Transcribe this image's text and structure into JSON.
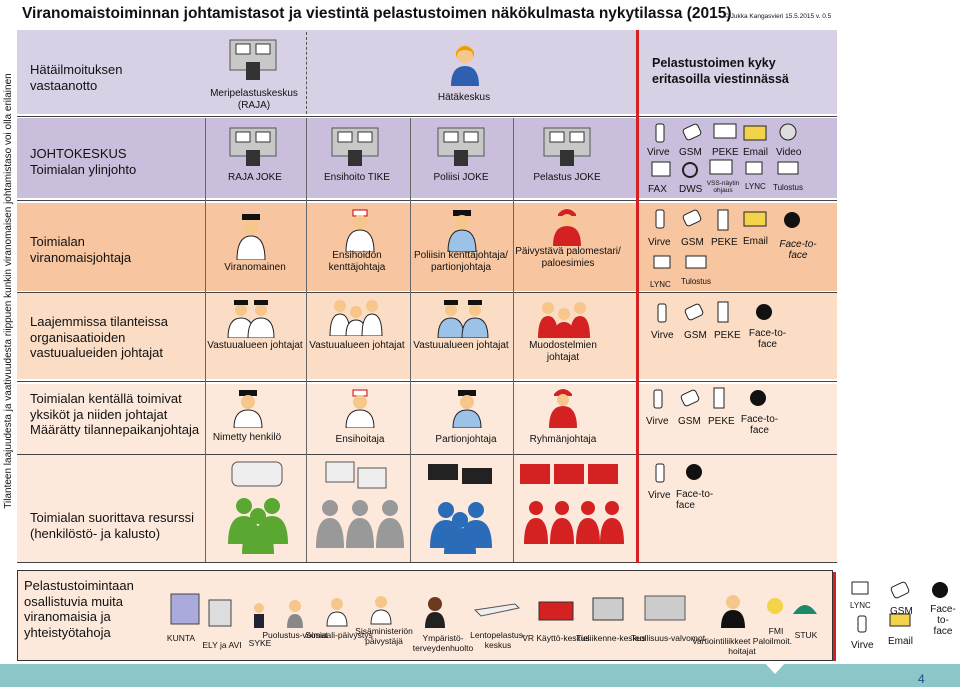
{
  "title": "Viranomaistoiminnan johtamistasot ja viestintä pelastustoimen näkökulmasta nykytilassa (2015)",
  "copyright": "© Jukka Kangasvieri 15.5.2015 v. 0.5",
  "side_label": "Tilanteen laajuudesta ja vaativuudesta riippuen kunkin viranomaisen johtamistaso voi olla erilainen",
  "colors": {
    "band1": "#d8d1e6",
    "band2": "#c9bfdc",
    "band3": "#f7c59f",
    "band4": "#fbdcc4",
    "band5": "#fde9dc",
    "red_line": "#d42222",
    "footer": "#8cc6c9"
  },
  "rows": [
    {
      "label": "Hätäilmoituksen vastaanotto",
      "items": [
        "Meripelastuskeskus (RAJA)",
        "Hätäkeskus"
      ]
    },
    {
      "label": "JOHTOKESKUS Toimialan ylinjohto",
      "items": [
        "RAJA JOKE",
        "Ensihoito TIKE",
        "Poliisi JOKE",
        "Pelastus JOKE"
      ]
    },
    {
      "label": "Toimialan viranomaisjohtaja",
      "items": [
        "Viranomainen",
        "Ensihoidon kenttäjohtaja",
        "Poliisin kenttäjohtaja/ partionjohtaja",
        "Päivystävä palomestari/ paloesimies"
      ]
    },
    {
      "label": "Laajemmissa tilanteissa organisaatioiden vastuualueiden johtajat",
      "items": [
        "Vastuualueen johtajat",
        "Vastuualueen johtajat",
        "Vastuualueen johtajat",
        "Muodostelmien johtajat"
      ]
    },
    {
      "label": "Toimialan kentällä toimivat yksiköt ja niiden johtajat Määrätty tilannepaikanjohtaja",
      "items": [
        "Nimetty henkilö",
        "Ensihoitaja",
        "Partionjohtaja",
        "Ryhmänjohtaja"
      ]
    },
    {
      "label": "Toimialan suorittava resurssi (henkilöstö- ja kalusto)",
      "items": []
    }
  ],
  "capability_title": "Pelastustoimen kyky eritasoilla viestinnässä",
  "capabilities": {
    "row2": [
      "Virve",
      "GSM",
      "PEKE",
      "Email",
      "Video",
      "FAX",
      "DWS",
      "VSS-näytin ohjaus",
      "LYNC",
      "Tulostus"
    ],
    "row3": [
      "Virve",
      "GSM",
      "PEKE",
      "Email",
      "Face-to-face",
      "LYNC",
      "Tulostus"
    ],
    "row4": [
      "Virve",
      "GSM",
      "PEKE",
      "Face-to-face"
    ],
    "row5": [
      "Virve",
      "GSM",
      "PEKE",
      "Face-to-face"
    ],
    "row6": [
      "Virve",
      "Face-to-face"
    ]
  },
  "partners": {
    "label": "Pelastustoimintaan osallistuvia muita viranomaisia ja yhteistyötahoja",
    "items": [
      "KUNTA",
      "ELY ja AVI",
      "SYKE",
      "Puolustus-voimat",
      "Sosiaali-päivystys",
      "Sisäministeriön päivystäjä",
      "Ympäristö-terveydenhuolto",
      "Lentopelastus-keskus",
      "VR Käyttö-keskus",
      "Tieliikenne-keskus",
      "Teollisuus-valvomot",
      "Vartiointiliikkeet Paloilmoit. hoitajat",
      "FMI",
      "STUK"
    ]
  },
  "partner_channels": [
    "LYNC",
    "GSM",
    "Face-to-face",
    "Virve",
    "Email"
  ],
  "page_number": "4"
}
